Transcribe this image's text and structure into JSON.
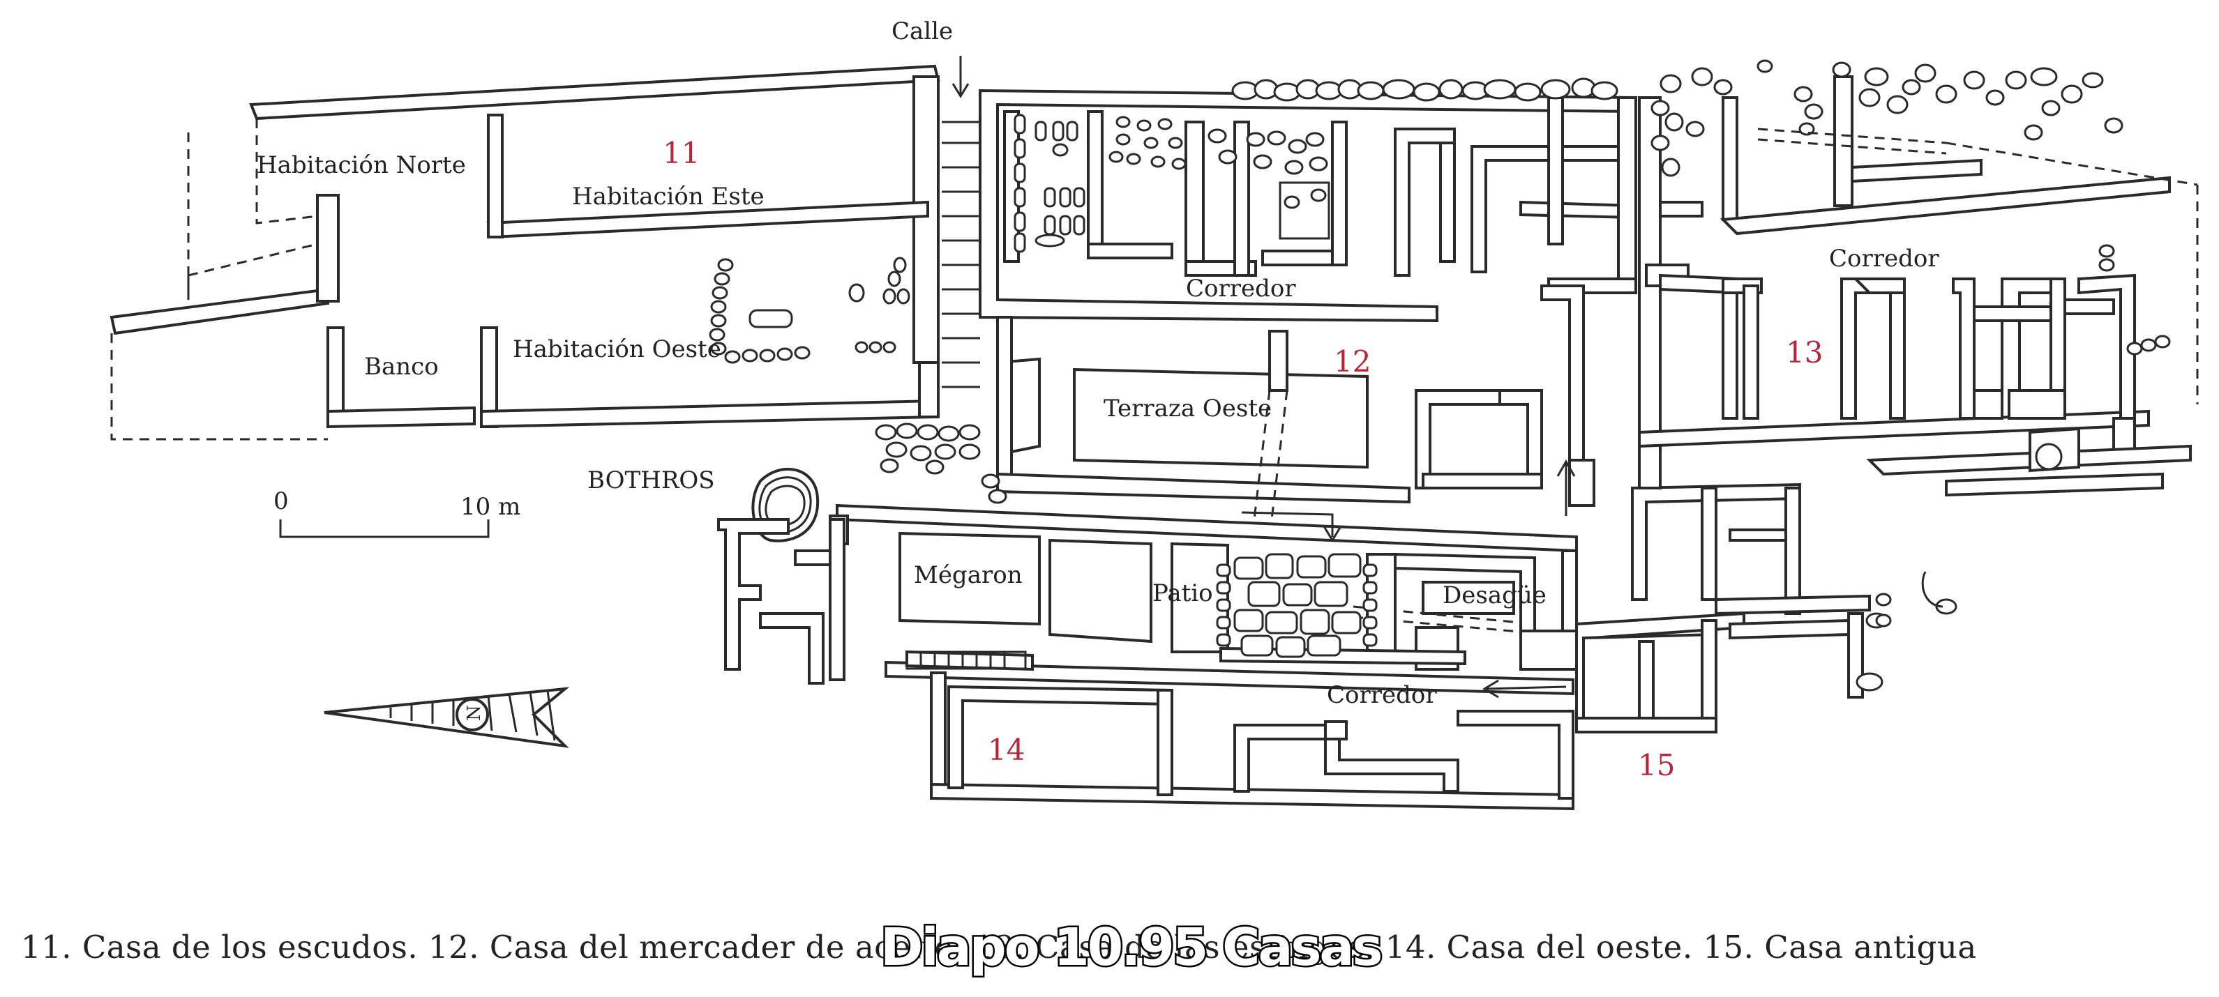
{
  "labels": {
    "calle": "Calle",
    "habitacion_norte": "Habitación Norte",
    "habitacion_este": "Habitación Este",
    "habitacion_oeste": "Habitación Oeste",
    "banco": "Banco",
    "bothros": "BOTHROS",
    "corredor_12": "Corredor",
    "terraza_oeste": "Terraza Oeste",
    "megaron": "Mégaron",
    "patio": "Patio",
    "desague": "Desagüe",
    "corredor_14": "Corredor",
    "corredor_13": "Corredor"
  },
  "house_numbers": {
    "h11": "11",
    "h12": "12",
    "h13": "13",
    "h14": "14",
    "h15": "15"
  },
  "scale": {
    "start": "0",
    "end": "10 m"
  },
  "north_arrow": {
    "letter": "N"
  },
  "caption": "11. Casa de los escudos.  12. Casa del mercader de aceite.  13. Casa de las esfinges.  14. Casa del oeste.  15. Casa antigua",
  "overlay_title": "Diapo 10.95 Casas",
  "colors": {
    "ink": "#2a2a2a",
    "house_number": "#b0283c",
    "background": "#ffffff"
  }
}
